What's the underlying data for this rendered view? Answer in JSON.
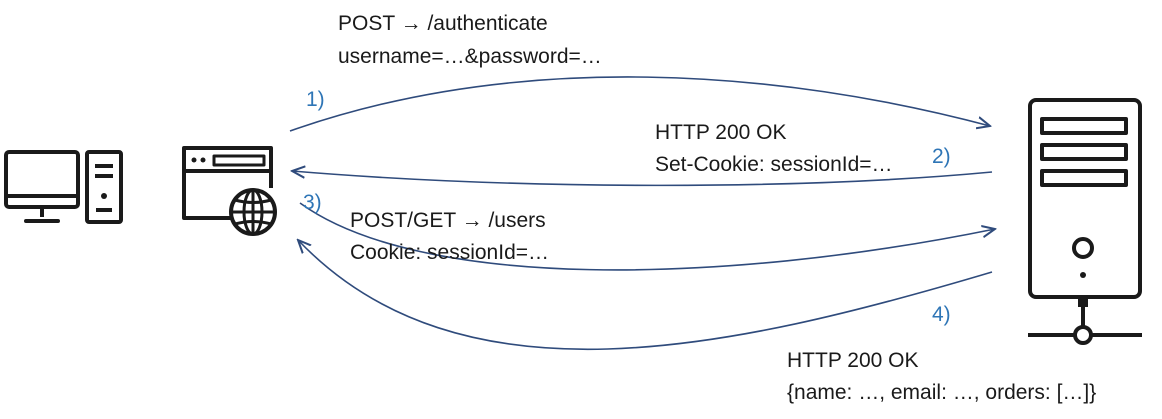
{
  "labels": {
    "step1_request": "POST → /authenticate",
    "step1_body": "username=…&password=…",
    "step2_status": "HTTP 200 OK",
    "step2_header": "Set-Cookie: sessionId=…",
    "step3_request": "POST/GET → /users",
    "step3_header": "Cookie: sessionId=…",
    "step4_status": "HTTP 200 OK",
    "step4_body": "{name: …, email: …, orders: […]}"
  },
  "steps": [
    "1)",
    "2)",
    "3)",
    "4)"
  ],
  "icons": {
    "client": "desktop-computer-icon",
    "browser": "web-browser-icon",
    "server": "server-tower-icon"
  },
  "colors": {
    "arrow": "#2f4b7c",
    "step_number": "#2e75b6",
    "icon": "#1a1a1a"
  }
}
